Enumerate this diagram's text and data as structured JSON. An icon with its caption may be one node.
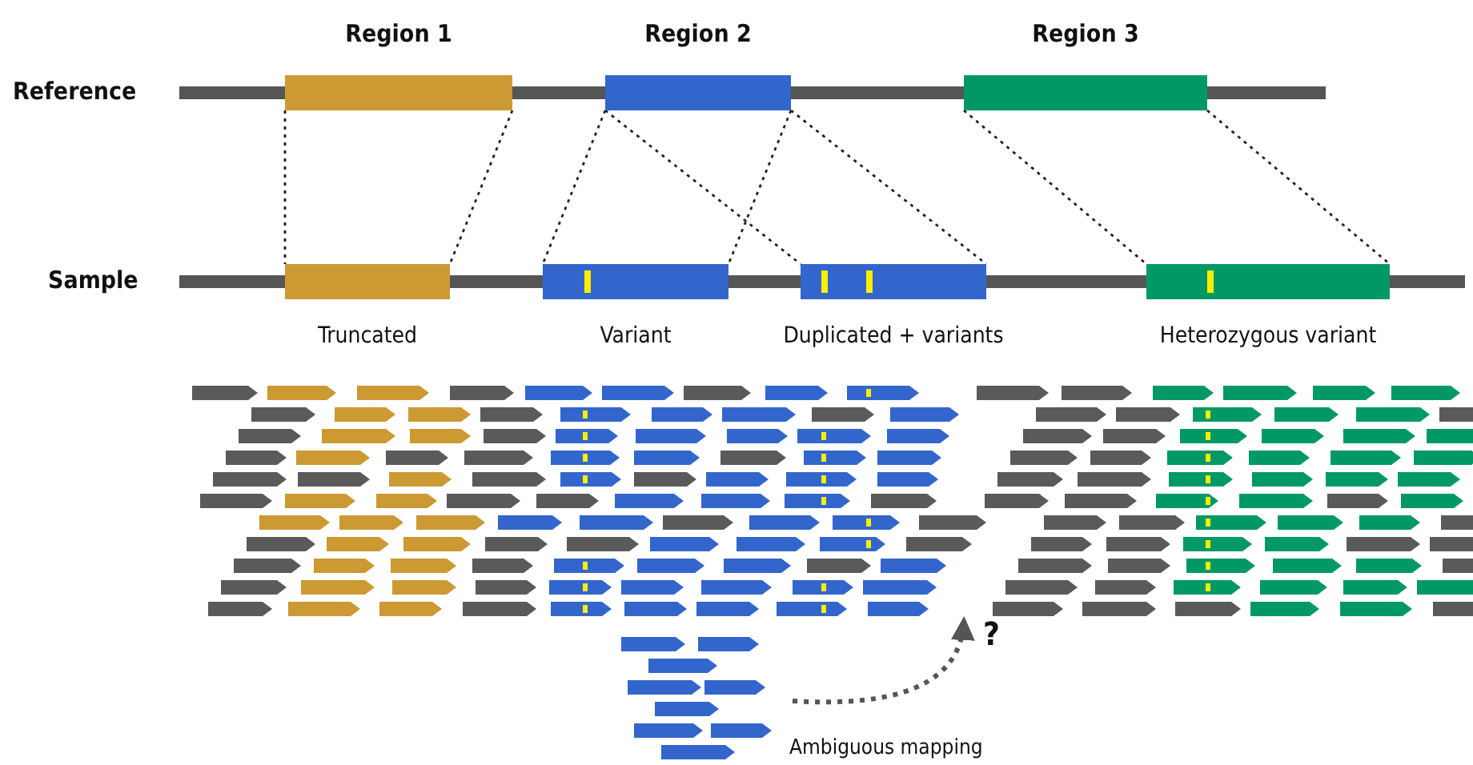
{
  "diagram": {
    "nodes": [
      {
        "text": [
          "Region 1"
        ]
      },
      {
        "text": [
          "Region 2"
        ]
      },
      {
        "text": [
          "Region 3"
        ]
      },
      {
        "text": [
          "Truncated"
        ]
      },
      {
        "text": [
          "Variant"
        ]
      },
      {
        "text": [
          "Duplicated + variants"
        ]
      },
      {
        "text": [
          "Heterozygous variant"
        ]
      },
      {
        "text": [
          "Ambiguous mapping"
        ]
      },
      {
        "text": [],
        "shape": "picture"
      }
    ],
    "edges": [
      {
        "from": 0,
        "to": 3,
        "arrow": "none",
        "style": "dashed"
      },
      {
        "from": 0,
        "to": 3,
        "arrow": "none",
        "style": "dashed"
      },
      {
        "from": 1,
        "to": 4,
        "arrow": "none",
        "style": "dashed"
      },
      {
        "from": 1,
        "to": 4,
        "arrow": "none",
        "style": "dashed"
      },
      {
        "from": 1,
        "to": 5,
        "arrow": "none",
        "style": "dashed"
      },
      {
        "from": 1,
        "to": 5,
        "arrow": "none",
        "style": "dashed"
      },
      {
        "from": 2,
        "to": 6,
        "arrow": "none",
        "style": "dashed"
      },
      {
        "from": 2,
        "to": 6,
        "arrow": "none",
        "style": "dashed"
      },
      {
        "from": 7,
        "to": 8,
        "arrow": "to",
        "style": "dashed",
        "color": "#555555"
      }
    ],
    "labels": [
      "Reference",
      "Sample",
      "?"
    ]
  }
}
